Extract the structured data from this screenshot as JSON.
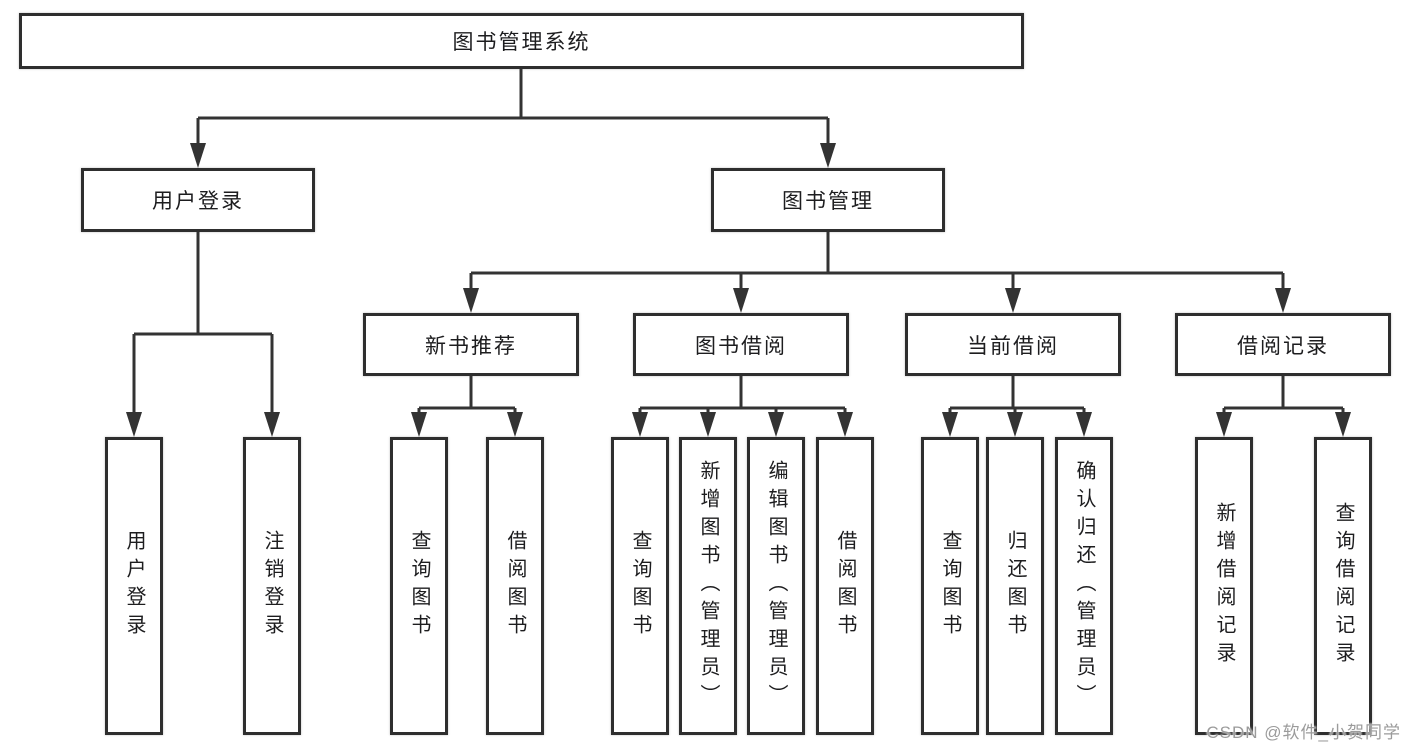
{
  "tree": {
    "root": "图书管理系统",
    "branches": [
      {
        "label": "用户登录",
        "leaves": [
          "用户登录",
          "注销登录"
        ]
      },
      {
        "label": "图书管理",
        "groups": [
          {
            "label": "新书推荐",
            "leaves": [
              "查询图书",
              "借阅图书"
            ]
          },
          {
            "label": "图书借阅",
            "leaves": [
              "查询图书",
              "新增图书（管理员）",
              "编辑图书（管理员）",
              "借阅图书"
            ]
          },
          {
            "label": "当前借阅",
            "leaves": [
              "查询图书",
              "归还图书",
              "确认归还（管理员）"
            ]
          },
          {
            "label": "借阅记录",
            "leaves": [
              "新增借阅记录",
              "查询借阅记录"
            ]
          }
        ]
      }
    ]
  },
  "watermark": "CSDN @软件_小贺同学",
  "colors": {
    "line": "#333333",
    "box_border": "#2e2e2e",
    "text": "#1d1d1f",
    "watermark": "#9b9b9b",
    "background": "#ffffff"
  }
}
